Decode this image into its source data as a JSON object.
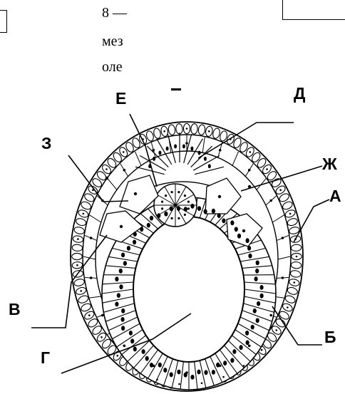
{
  "text_fragments": [
    "8 —",
    "мез",
    "оле"
  ],
  "labels": {
    "A": "А",
    "B": "Б",
    "V": "В",
    "G": "Г",
    "D": "Д",
    "E": "Е",
    "Zh": "Ж",
    "Z": "З"
  },
  "colors": {
    "ink": "#000000",
    "paper": "#ffffff"
  }
}
